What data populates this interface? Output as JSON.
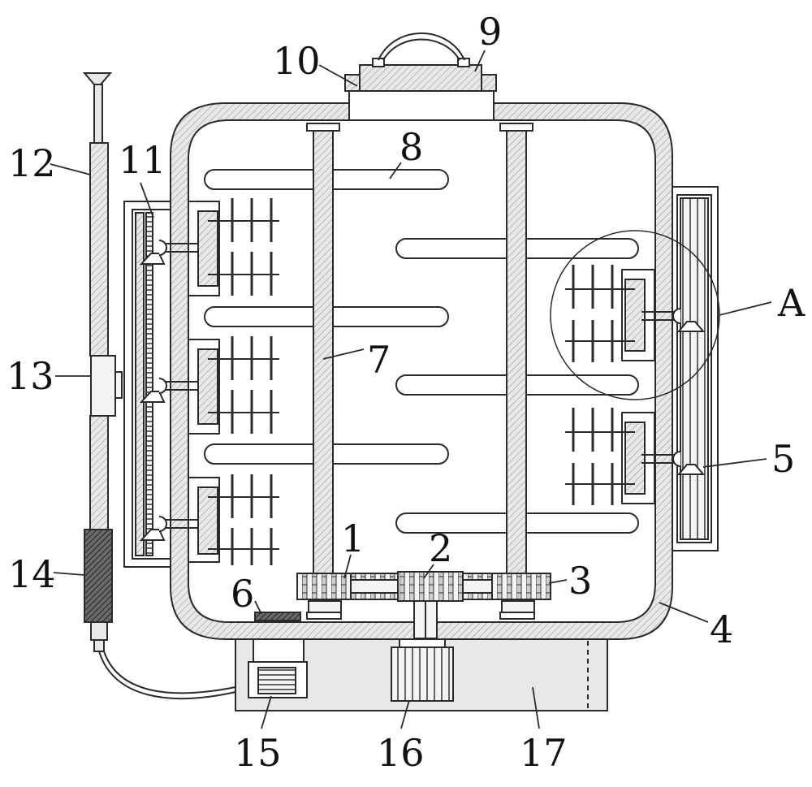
{
  "colors": {
    "line": "#2a2a2a",
    "hatch_fill": "#d9d9d9",
    "dark": "#3a3a3a",
    "mesh": "#7a7a7a"
  },
  "labels": {
    "n1": "1",
    "n2": "2",
    "n3": "3",
    "n4": "4",
    "n5": "5",
    "n6": "6",
    "n7": "7",
    "n8": "8",
    "n9": "9",
    "n10": "10",
    "n11": "11",
    "n12": "12",
    "n13": "13",
    "n14": "14",
    "n15": "15",
    "n16": "16",
    "n17": "17",
    "nA": "A"
  }
}
